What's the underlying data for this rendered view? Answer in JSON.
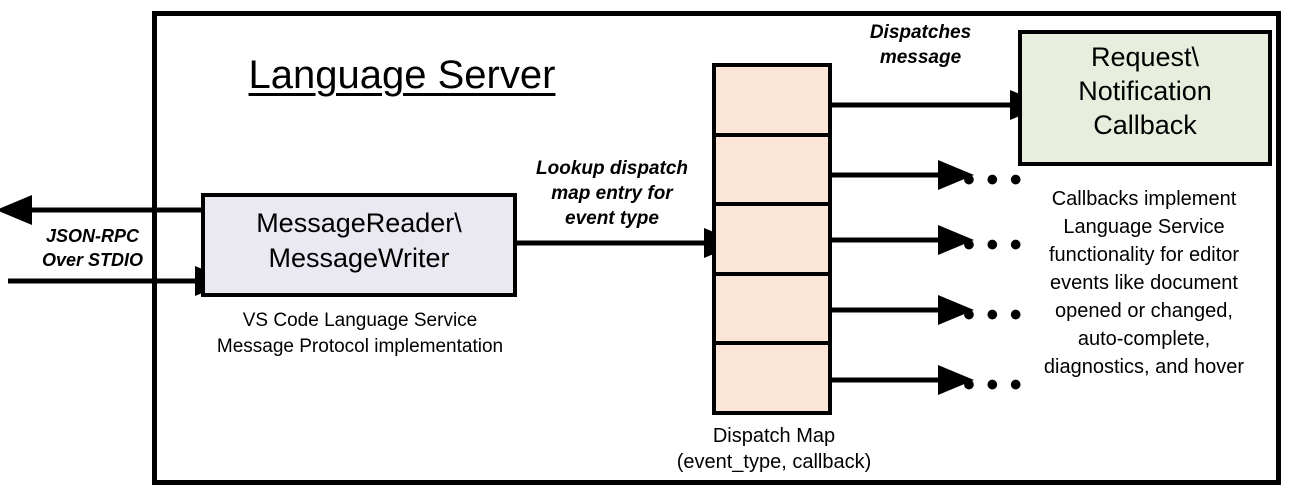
{
  "diagram": {
    "server": {
      "title": "Language Server"
    },
    "external_io": {
      "label": "JSON-RPC\nOver STDIO",
      "inbound_arrow": "arrow-right-icon",
      "outbound_arrow": "arrow-left-icon"
    },
    "message_rw": {
      "label": "MessageReader\\\nMessageWriter",
      "caption": "VS Code Language Service\nMessage Protocol implementation",
      "fill": "#eae9f2"
    },
    "lookup": {
      "label": "Lookup dispatch\nmap entry for\nevent type"
    },
    "dispatch_map": {
      "caption": "Dispatch Map\n(event_type, callback)",
      "fill": "#fbe5d6",
      "rows": [
        {
          "marker": "filled-dot-icon",
          "target": "callback-box"
        },
        {
          "marker": "filled-dot-icon",
          "target": "ellipsis"
        },
        {
          "marker": "filled-dot-icon",
          "target": "ellipsis"
        },
        {
          "marker": "filled-dot-icon",
          "target": "ellipsis"
        },
        {
          "marker": "filled-dot-icon",
          "target": "ellipsis"
        }
      ],
      "ellipsis": "• • •"
    },
    "dispatch_edge": {
      "label": "Dispatches\nmessage"
    },
    "callback": {
      "label": "Request\\\nNotification\nCallback",
      "caption": "Callbacks implement\nLanguage Service\nfunctionality for editor\nevents like document\nopened or changed,\nauto-complete,\ndiagnostics, and hover",
      "fill": "#e7eedd"
    },
    "colors": {
      "stroke": "#000000",
      "background": "#ffffff"
    }
  }
}
